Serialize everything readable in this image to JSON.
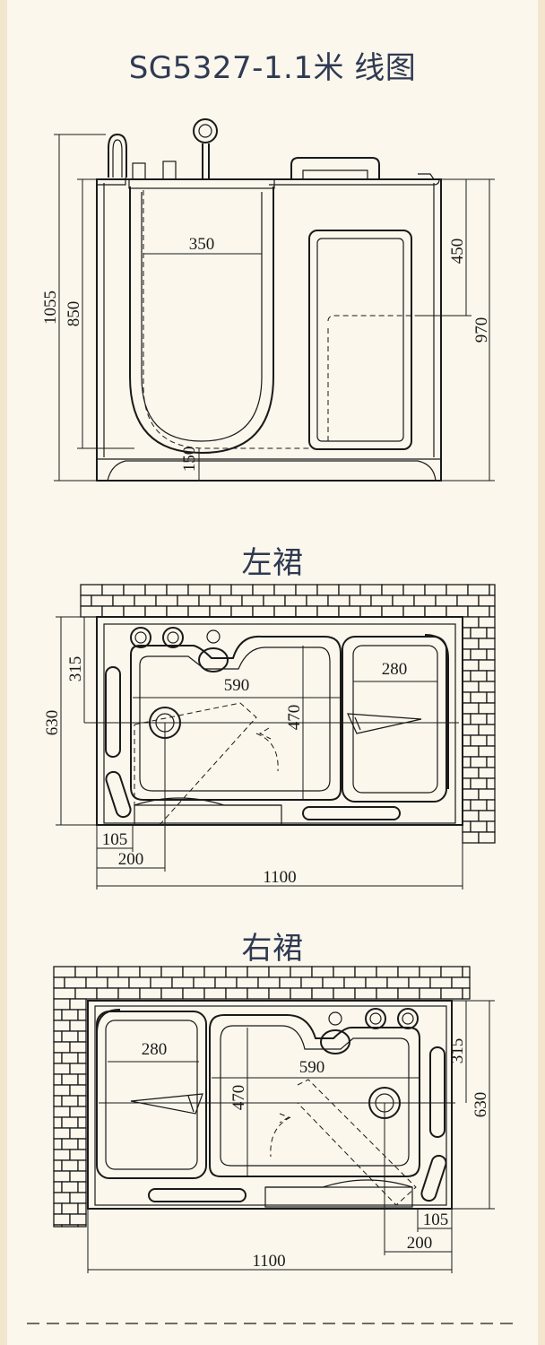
{
  "title": "SG5327-1.1米 线图",
  "front_view": {
    "dims": {
      "total_height": "1055",
      "door_height": "850",
      "door_width": "350",
      "window_height": "450",
      "right_height": "970",
      "step_height": "150"
    }
  },
  "left_skirt": {
    "title": "左裙",
    "dims": {
      "drain_offset": "315",
      "depth": "630",
      "tub_length": "590",
      "tub_width": "470",
      "seat_length": "280",
      "door_offset": "105",
      "door_width": "200",
      "total_length": "1100"
    }
  },
  "right_skirt": {
    "title": "右裙",
    "dims": {
      "seat_length": "280",
      "tub_length": "590",
      "tub_width": "470",
      "drain_offset": "315",
      "depth": "630",
      "door_offset": "105",
      "door_width": "200",
      "total_length": "1100"
    }
  },
  "colors": {
    "background": "#fbf7ec",
    "title": "#2f3a52",
    "line": "#1a1a1a",
    "edge": "#f3e6cf"
  }
}
